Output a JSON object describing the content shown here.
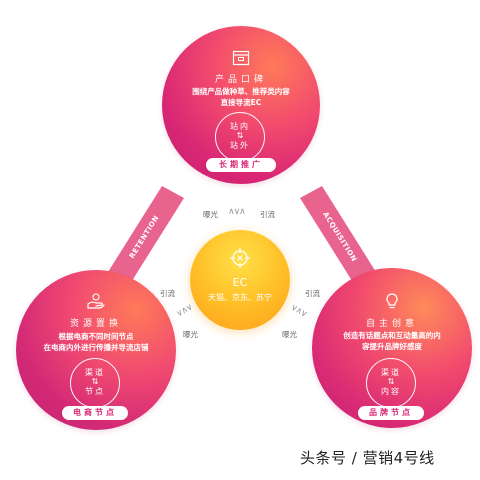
{
  "top_node": {
    "title": "产品口碑",
    "desc_line1": "围绕产品做种草、推荐类内容",
    "desc_line2": "直接导流EC",
    "inner_line1": "站内",
    "inner_line2": "站外",
    "pill": "长期推广",
    "icon": "box-icon"
  },
  "left_node": {
    "title": "资源置换",
    "desc_line1": "根据电商不同时间节点",
    "desc_line2": "在电商内外进行传播并导流店铺",
    "inner_line1": "渠道",
    "inner_line2": "节点",
    "pill": "电商节点",
    "icon": "hand-icon"
  },
  "right_node": {
    "title": "自主创意",
    "desc_line1": "创造有话题点和互动量高的内",
    "desc_line2": "容提升品牌好感度",
    "inner_line1": "渠道",
    "inner_line2": "内容",
    "pill": "品牌节点",
    "icon": "lightbulb-icon"
  },
  "center_node": {
    "title": "EC",
    "subtitle": "天猫、京东、苏宁",
    "icon": "crosshair-icon"
  },
  "side_labels": {
    "left": "RETENTION",
    "right": "ACQUISITION"
  },
  "flows": {
    "top_left": "曝光",
    "top_right": "引流",
    "left_top": "引流",
    "left_bottom": "曝光",
    "right_top": "引流",
    "right_bottom": "曝光"
  },
  "watermark": "头条号 / 营销4号线",
  "colors": {
    "accent_pink": "#d92774",
    "accent_orange": "#ff7a59",
    "center_yellow": "#ffc32a",
    "bar_pink": "#e05a8a"
  }
}
